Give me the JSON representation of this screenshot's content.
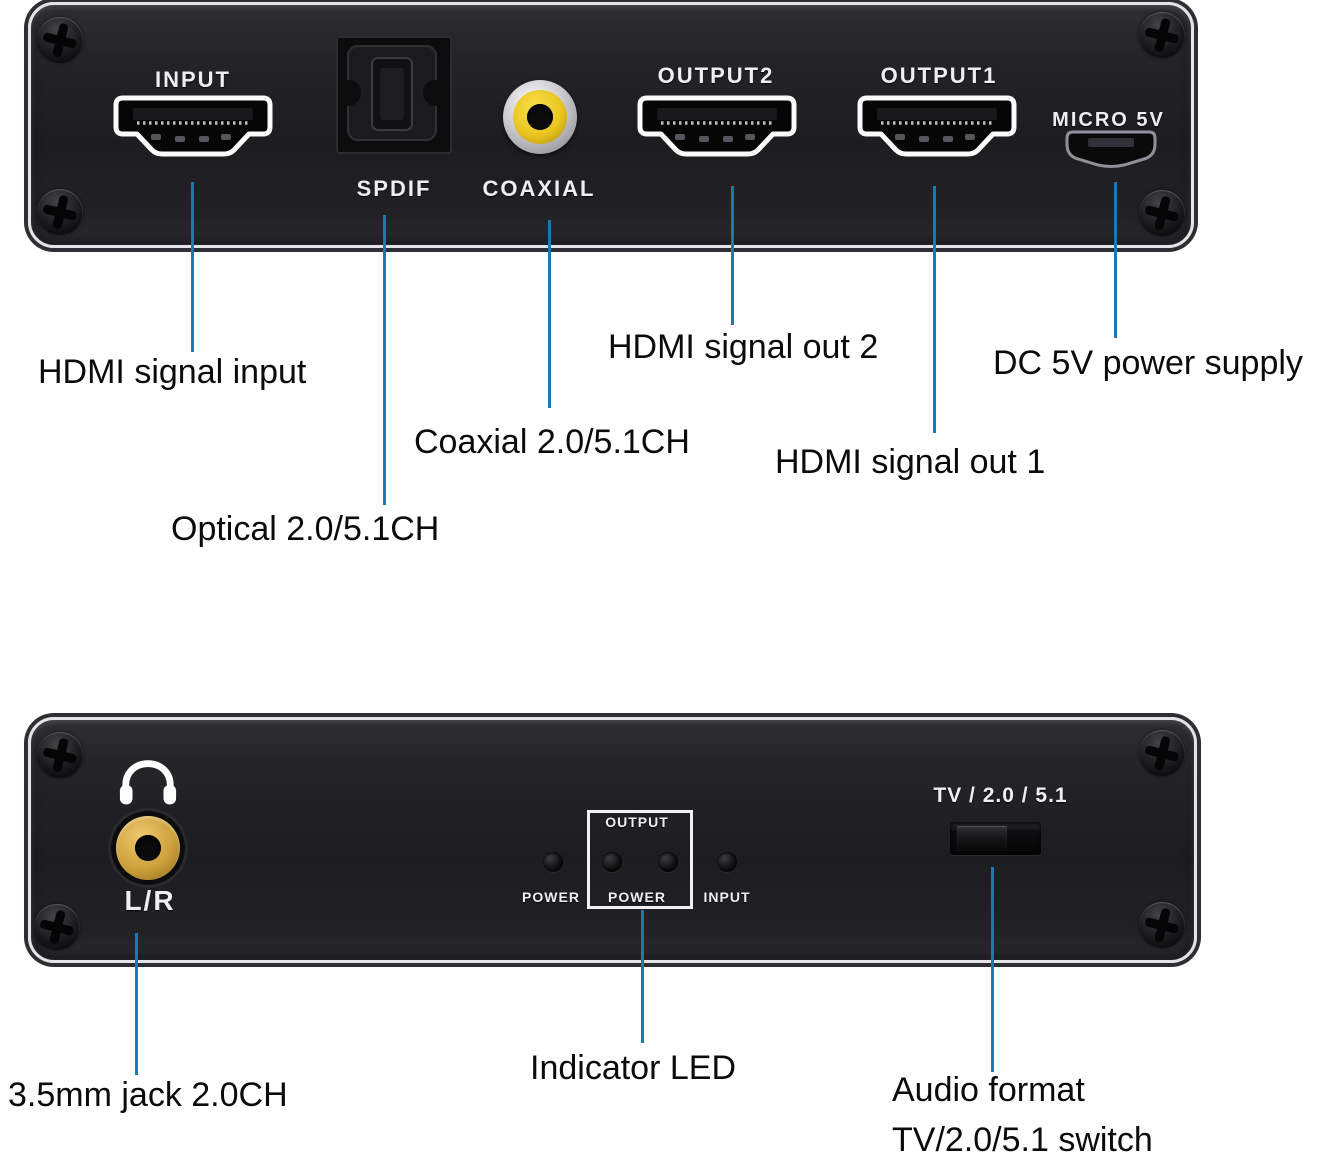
{
  "colors": {
    "callout_line": "#1a7ab0",
    "label_text": "#0b0b0b",
    "panel_face": "#1f1f22",
    "coax_yellow": "#eac520",
    "jack_gold": "#cda03a"
  },
  "top_panel": {
    "input_label": "INPUT",
    "spdif_label": "SPDIF",
    "coaxial_label": "COAXIAL",
    "output2_label": "OUTPUT2",
    "output1_label": "OUTPUT1",
    "micro_label": "MICRO 5V"
  },
  "top_callouts": {
    "hdmi_input": "HDMI signal input",
    "optical": "Optical 2.0/5.1CH",
    "coaxial": "Coaxial 2.0/5.1CH",
    "hdmi_out2": "HDMI signal out 2",
    "hdmi_out1": "HDMI signal out 1",
    "power": "DC 5V power supply"
  },
  "bottom_panel": {
    "jack_label": "L/R",
    "led_power_label": "POWER",
    "led_box_title": "OUTPUT",
    "led_box_power_label": "POWER",
    "led_input_label": "INPUT",
    "switch_label": "TV / 2.0 / 5.1"
  },
  "bottom_callouts": {
    "jack": "3.5mm jack 2.0CH",
    "led": "Indicator LED",
    "audio_line1": "Audio format",
    "audio_line2": "TV/2.0/5.1 switch"
  }
}
